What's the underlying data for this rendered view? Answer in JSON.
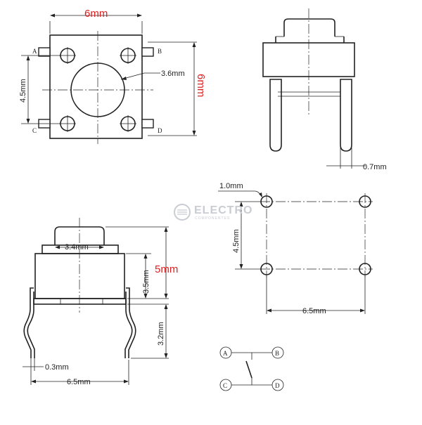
{
  "top_view": {
    "width_label": "6mm",
    "height_label": "6mm",
    "button_dia_label": "3.6mm",
    "pin_pitch_label": "4.5mm",
    "pins": [
      "A",
      "B",
      "C",
      "D"
    ]
  },
  "side_view": {
    "lead_width_label": "0.7mm"
  },
  "front_view": {
    "button_width_label": "3.4mm",
    "total_height_label": "5mm",
    "body_height_label": "3.5mm",
    "lead_length_label": "3.2mm",
    "lead_thickness_label": "0.3mm",
    "lead_span_label": "6.5mm"
  },
  "pcb_layout": {
    "hole_dia_label": "1.0mm",
    "pitch_y_label": "4.5mm",
    "pitch_x_label": "6.5mm"
  },
  "watermark": {
    "name": "ELECTRO",
    "sub": "COMPONENTES"
  },
  "schematic": {
    "terminals": [
      "A",
      "B",
      "C",
      "D"
    ]
  },
  "colors": {
    "line": "#222222",
    "highlight": "#e02020"
  }
}
